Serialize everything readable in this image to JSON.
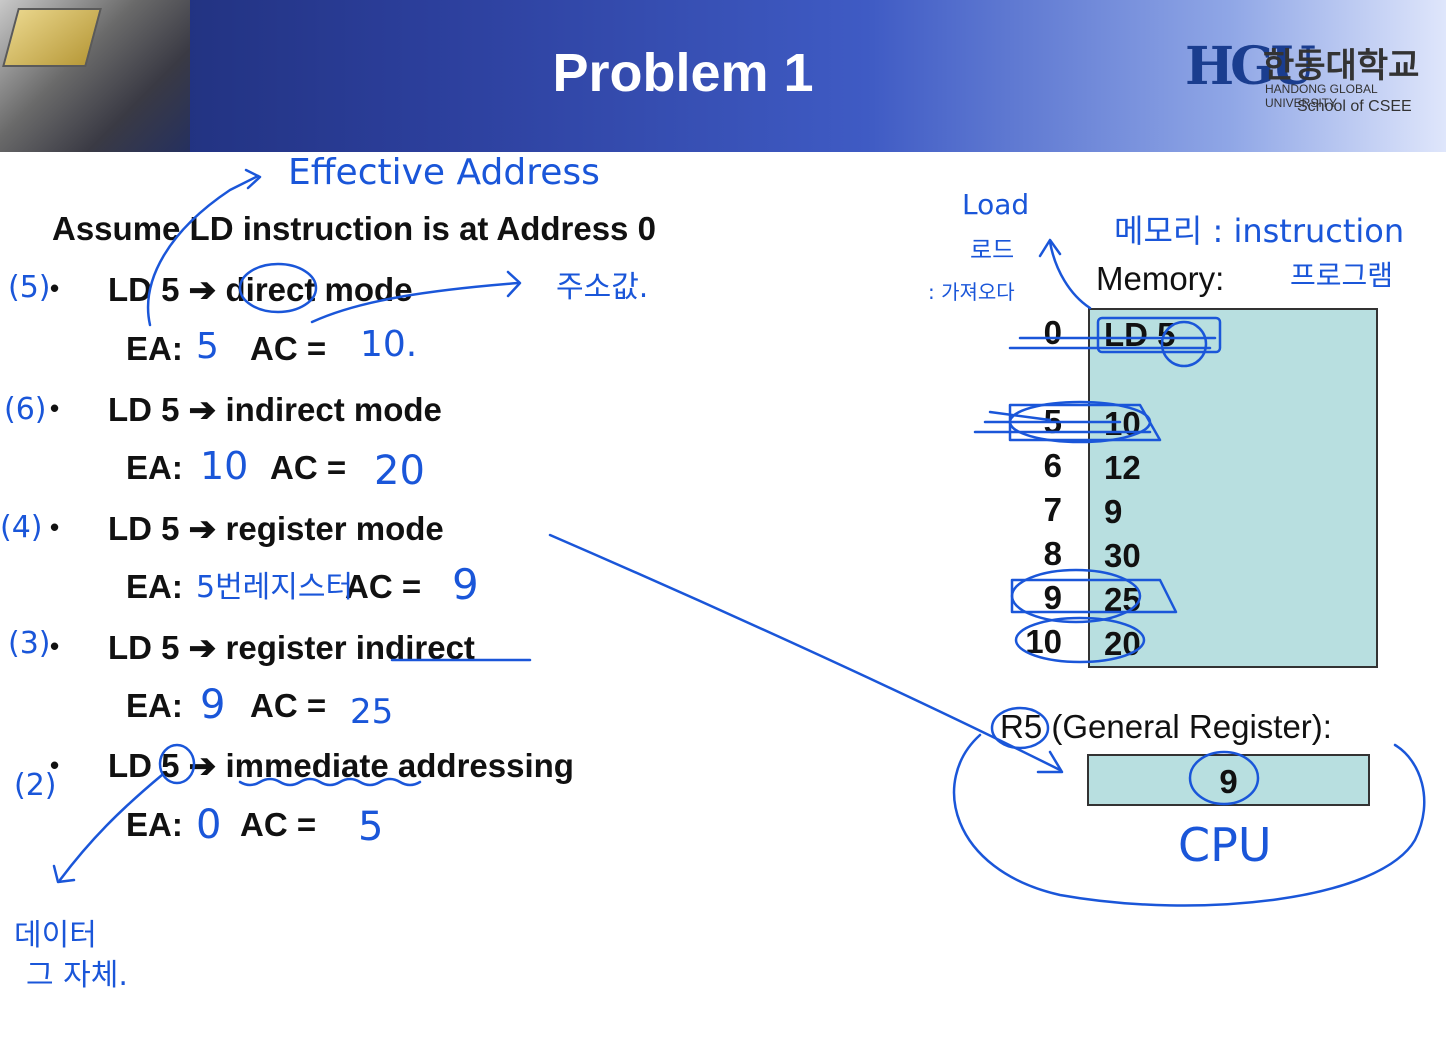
{
  "header": {
    "title": "Problem 1",
    "logo_mark": "HGU",
    "logo_korean": "한동대학교",
    "logo_english": "HANDONG GLOBAL UNIVERSITY",
    "logo_school": "School of CSEE"
  },
  "slide": {
    "assumption": "Assume LD instruction is at Address 0",
    "items": [
      {
        "instr": "LD 5 ➔ direct mode",
        "ea_label": "EA:",
        "ac_label": "AC ="
      },
      {
        "instr": "LD 5 ➔ indirect mode",
        "ea_label": "EA:",
        "ac_label": "AC ="
      },
      {
        "instr": "LD 5  ➔ register mode",
        "ea_label": "EA:",
        "ac_label": "AC ="
      },
      {
        "instr": "LD 5 ➔ register indirect",
        "ea_label": "EA:",
        "ac_label": "AC ="
      },
      {
        "instr": "LD 5 ➔ immediate addressing",
        "ea_label": "EA:",
        "ac_label": "AC ="
      }
    ],
    "bullet": "•"
  },
  "memory": {
    "label": "Memory:",
    "rows": [
      {
        "addr": "0",
        "value": "LD 5"
      },
      {
        "addr": "5",
        "value": "10"
      },
      {
        "addr": "6",
        "value": "12"
      },
      {
        "addr": "7",
        "value": "9"
      },
      {
        "addr": "8",
        "value": "30"
      },
      {
        "addr": "9",
        "value": "25"
      },
      {
        "addr": "10",
        "value": "20"
      }
    ]
  },
  "register": {
    "label": "R5 (General Register):",
    "value": "9"
  },
  "handwriting": {
    "effective_address": "Effective Address",
    "order_5": "(5)",
    "order_6": "(6)",
    "order_4": "(4)",
    "order_3": "(3)",
    "order_2": "(2)",
    "direct_note": "주소값.",
    "ea_direct": "5",
    "ac_direct": "10.",
    "ea_indirect": "10",
    "ac_indirect": "20",
    "ea_register": "5번레지스터",
    "ac_register": "9",
    "ea_reg_indirect": "9",
    "ac_reg_indirect": "25",
    "ea_immediate": "0",
    "ac_immediate": "5",
    "immediate_note_1": "데이터",
    "immediate_note_2": "그 자체.",
    "load_en": "Load",
    "load_kr": "로드",
    "load_note": ": 가져오다",
    "memory_note": "메모리 : instruction",
    "program_note": "프로그램",
    "cpu": "CPU"
  },
  "colors": {
    "ink": "#1a56d9",
    "memory_fill": "#b8dfe0",
    "header_dark": "#1b2a6e"
  }
}
